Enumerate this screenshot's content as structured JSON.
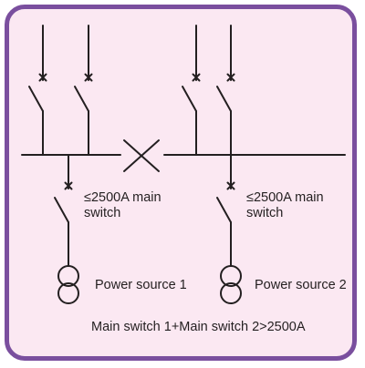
{
  "labels": {
    "switch_left_line1": "≤2500A main",
    "switch_left_line2": "switch",
    "switch_right_line1": "≤2500A main",
    "switch_right_line2": "switch",
    "power_source_1": "Power source 1",
    "power_source_2": "Power source 2",
    "footer": "Main switch 1+Main switch 2>2500A"
  },
  "colors": {
    "frame_border": "#7a4f9e",
    "frame_fill": "#fbe8f2",
    "line": "#231f20"
  }
}
